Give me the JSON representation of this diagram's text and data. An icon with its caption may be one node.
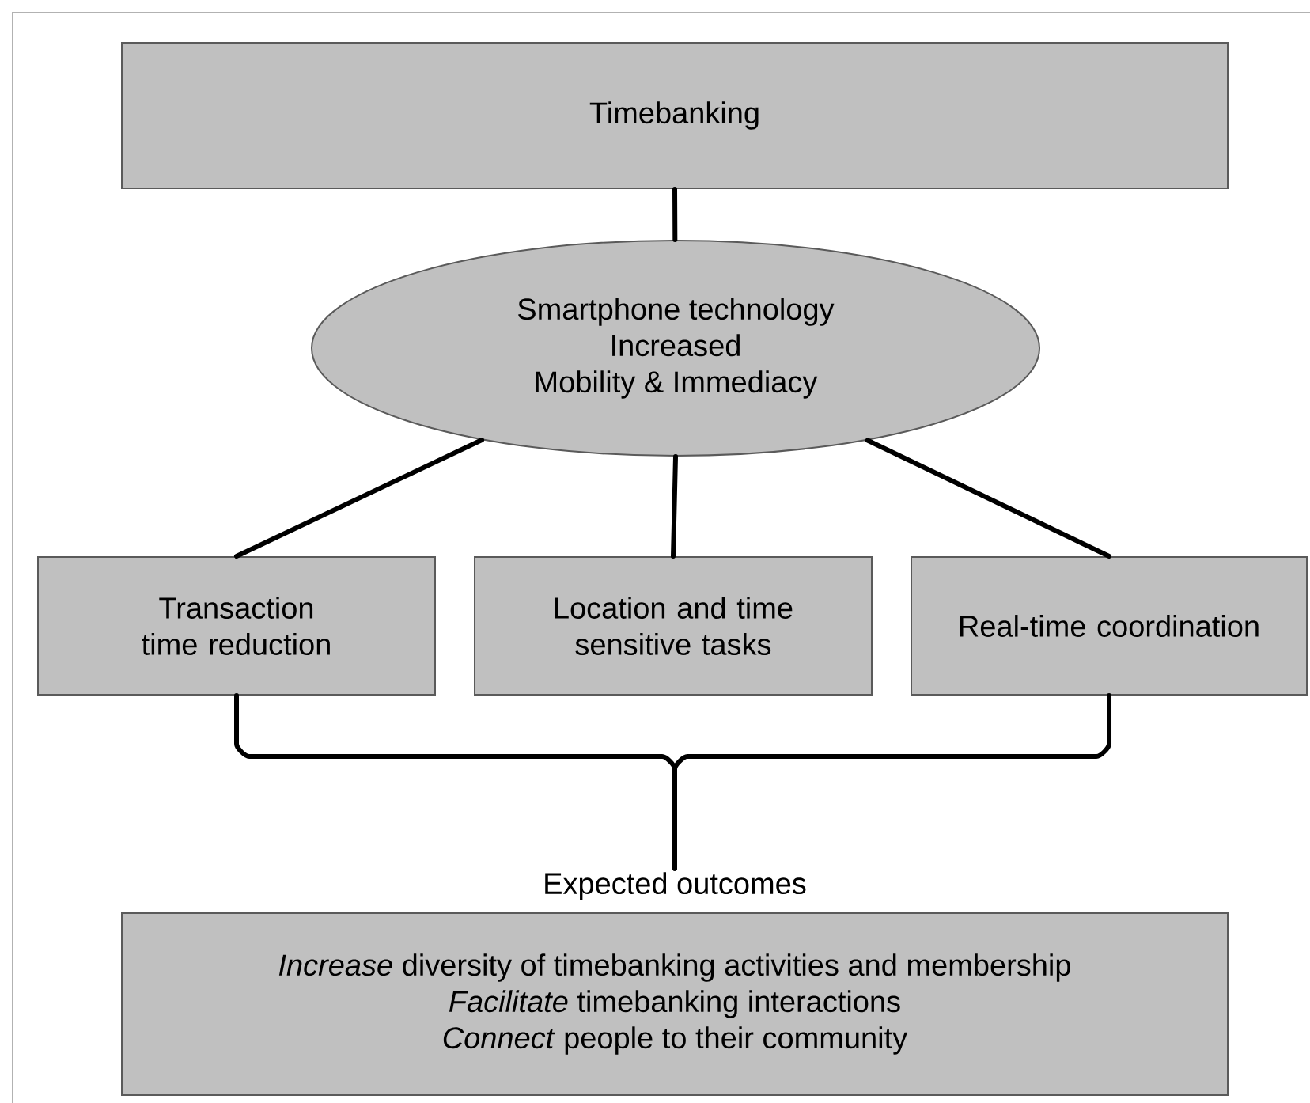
{
  "diagram": {
    "nodes": [
      {
        "text": [
          "Timebanking"
        ]
      },
      {
        "text": [
          "Smartphone technology",
          "Increased",
          "Mobility & Immediacy"
        ]
      },
      {
        "text": [
          "Transaction time reduction"
        ]
      },
      {
        "text": [
          "Location and time sensitive tasks"
        ]
      },
      {
        "text": [
          "Real-time coordination"
        ]
      },
      {
        "text": [
          "Expected outcomes",
          "*Increase* diversity of timebanking activities and membership",
          "*Facilitate* timebanking interactions",
          "*Connect* people to their community"
        ]
      }
    ],
    "edges": [
      {
        "from": 0,
        "to": 1,
        "arrow": "none"
      },
      {
        "from": 1,
        "to": 2,
        "arrow": "none"
      },
      {
        "from": 1,
        "to": 3,
        "arrow": "none"
      },
      {
        "from": 1,
        "to": 4,
        "arrow": "none"
      },
      {
        "from": 2,
        "to": 5,
        "arrow": "none"
      },
      {
        "from": 4,
        "to": 5,
        "arrow": "none"
      }
    ]
  }
}
